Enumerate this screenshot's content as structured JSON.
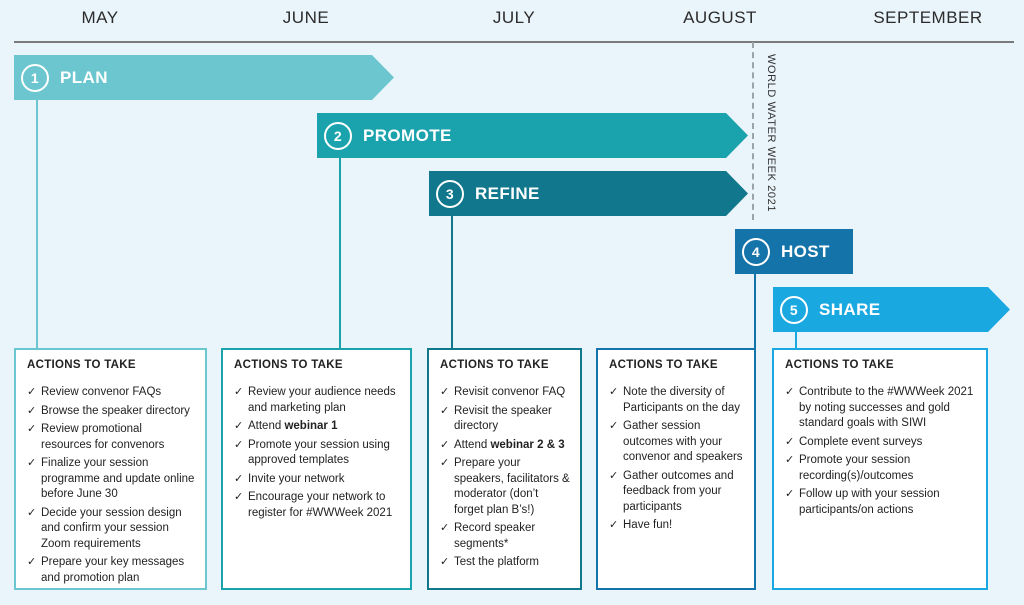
{
  "months": [
    "MAY",
    "JUNE",
    "JULY",
    "AUGUST",
    "SEPTEMBER"
  ],
  "vertical_label": "WORLD WATER WEEK 2021",
  "phases": [
    {
      "number": "1",
      "label": "PLAN",
      "color": "#6cc6cf"
    },
    {
      "number": "2",
      "label": "PROMOTE",
      "color": "#1aa2ad"
    },
    {
      "number": "3",
      "label": "REFINE",
      "color": "#11778c"
    },
    {
      "number": "4",
      "label": "HOST",
      "color": "#1473a9"
    },
    {
      "number": "5",
      "label": "SHARE",
      "color": "#1aa8e1"
    }
  ],
  "cards": [
    {
      "title": "ACTIONS TO TAKE",
      "items": [
        "Review convenor FAQs",
        "Browse the speaker directory",
        "Review promotional resources for convenors",
        "Finalize your session programme and update online before June 30",
        "Decide your session design and confirm your session Zoom requirements",
        "Prepare your key messages and promotion plan"
      ]
    },
    {
      "title": "ACTIONS TO TAKE",
      "items": [
        "Review your audience needs and marketing plan",
        {
          "pre": "Attend ",
          "bold": "webinar 1",
          "post": ""
        },
        "Promote your session using approved templates",
        "Invite your network",
        "Encourage your network to register for #WWWeek 2021"
      ]
    },
    {
      "title": "ACTIONS TO TAKE",
      "items": [
        "Revisit convenor FAQ",
        "Revisit the speaker directory",
        {
          "pre": "Attend ",
          "bold": "webinar 2 & 3",
          "post": ""
        },
        "Prepare your speakers, facilitators & moderator (don’t forget plan B’s!)",
        "Record speaker segments*",
        "Test the platform"
      ]
    },
    {
      "title": "ACTIONS TO TAKE",
      "items": [
        "Note the diversity of Participants on the day",
        "Gather session outcomes with your convenor and speakers",
        "Gather outcomes and feedback from your participants",
        "Have fun!"
      ]
    },
    {
      "title": "ACTIONS TO TAKE",
      "items": [
        "Contribute to the #WWWeek 2021 by noting successes and gold standard goals with SIWI",
        "Complete event surveys",
        "Promote your session recording(s)/outcomes",
        "Follow up with your session participants/on actions"
      ]
    }
  ]
}
